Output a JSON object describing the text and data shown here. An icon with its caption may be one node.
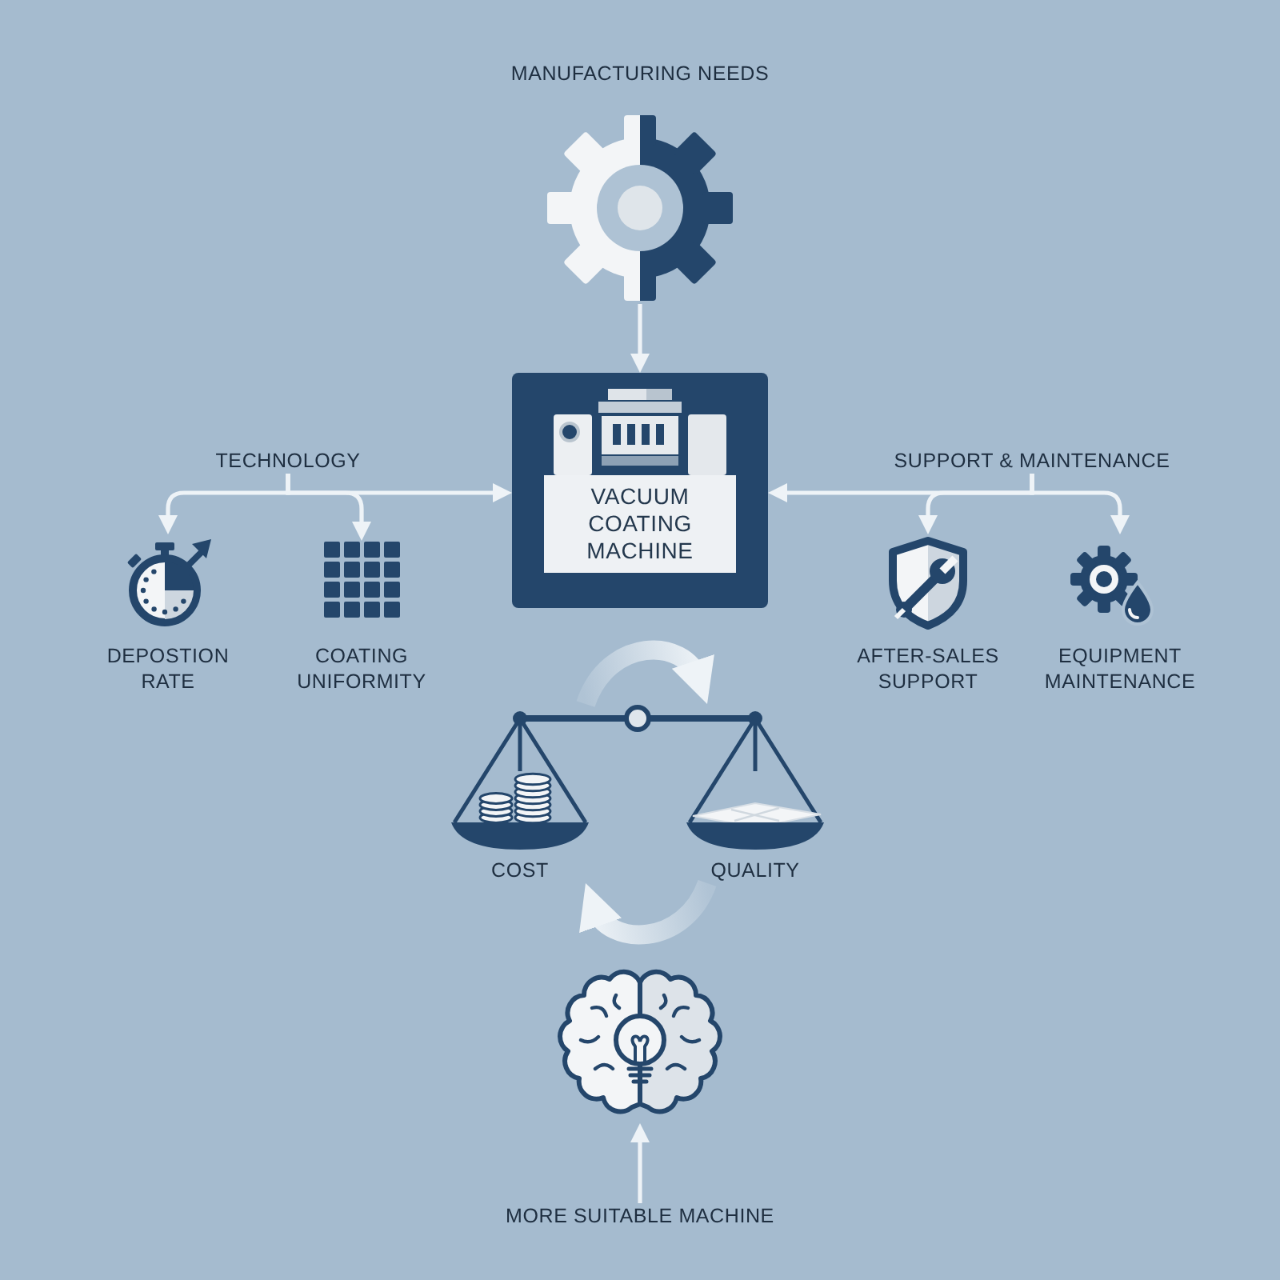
{
  "diagram": {
    "nodes": [
      {
        "text": [
          "MANUFACTURING NEEDS"
        ]
      },
      {
        "text": [
          "TECHNOLOGY"
        ]
      },
      {
        "text": [
          "VACUUM COATING MACHINE"
        ]
      },
      {
        "text": [
          "SUPPORT & MAINTENANCE"
        ]
      },
      {
        "text": [
          "DEPOSTION RATE"
        ]
      },
      {
        "text": [
          "COATING UNIFORMITY"
        ]
      },
      {
        "text": [
          "AFTER-SALES SUPPORT"
        ]
      },
      {
        "text": [
          "EQUIPMENT MAINTENANCE"
        ]
      },
      {
        "text": [
          "COST"
        ]
      },
      {
        "text": [
          "QUALITY"
        ]
      },
      {
        "text": [],
        "shape": "picture"
      },
      {
        "text": [
          "MORE SUITABLE MACHINE"
        ]
      }
    ],
    "edges": [
      {
        "from": 0,
        "to": 2,
        "arrow": "to"
      },
      {
        "from": 1,
        "to": 2,
        "arrow": "to"
      },
      {
        "from": 1,
        "to": 4,
        "arrow": "to"
      },
      {
        "from": 1,
        "to": 5,
        "arrow": "to"
      },
      {
        "from": 3,
        "to": 2,
        "arrow": "to"
      },
      {
        "from": 3,
        "to": 6,
        "arrow": "to"
      },
      {
        "from": 3,
        "to": 7,
        "arrow": "to"
      },
      {
        "from": 8,
        "to": 9,
        "arrow": "to",
        "style": "thick"
      },
      {
        "from": 9,
        "to": 8,
        "arrow": "to",
        "style": "thick"
      },
      {
        "from": 11,
        "to": 10,
        "arrow": "to"
      }
    ]
  }
}
